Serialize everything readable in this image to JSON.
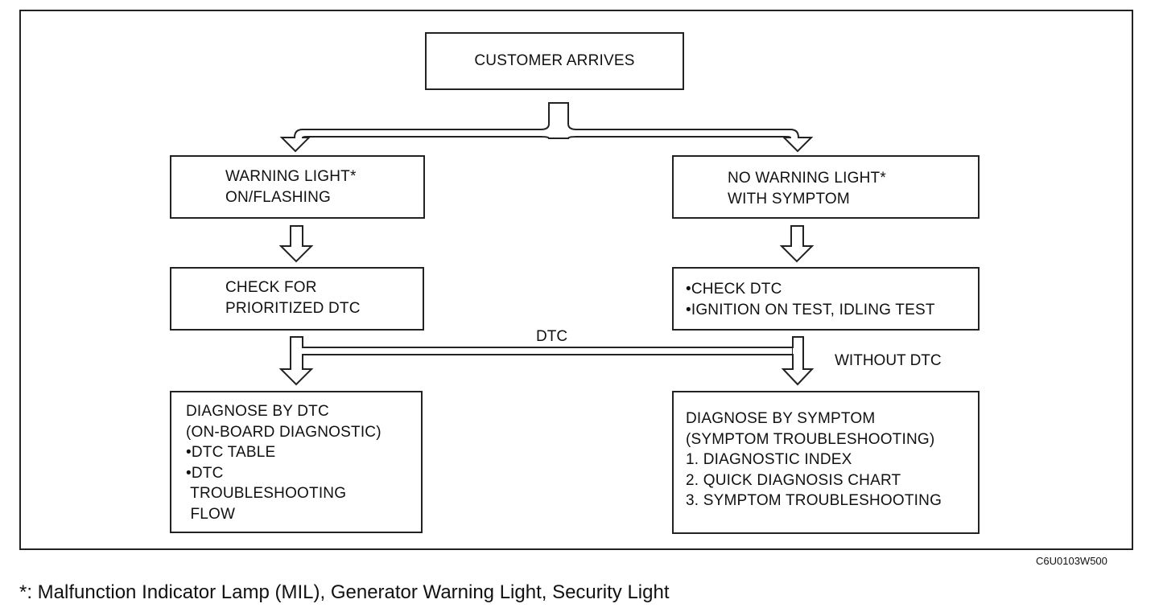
{
  "flowchart": {
    "customer_box": {
      "lines": [
        "CUSTOMER ARRIVES"
      ]
    },
    "warning_box": {
      "lines": [
        "WARNING LIGHT*",
        "ON/FLASHING"
      ]
    },
    "no_warning_box": {
      "lines": [
        "NO WARNING LIGHT*",
        "WITH SYMPTOM"
      ]
    },
    "check_box": {
      "lines": [
        "CHECK FOR",
        "PRIORITIZED DTC"
      ]
    },
    "check_dtc_box": {
      "lines": [
        "•CHECK DTC",
        "•IGNITION ON TEST, IDLING TEST"
      ]
    },
    "diagnose_dtc_box": {
      "lines": [
        "DIAGNOSE BY DTC",
        "(ON-BOARD DIAGNOSTIC)",
        "•DTC TABLE",
        "•DTC",
        " TROUBLESHOOTING",
        " FLOW"
      ]
    },
    "diagnose_symptom_box": {
      "lines": [
        "DIAGNOSE BY SYMPTOM",
        "(SYMPTOM TROUBLESHOOTING)",
        "1. DIAGNOSTIC INDEX",
        "2. QUICK DIAGNOSIS CHART",
        "3. SYMPTOM TROUBLESHOOTING"
      ]
    },
    "dtc_label": "DTC",
    "without_dtc_label": "WITHOUT DTC"
  },
  "reference_code": "C6U0103W500",
  "footnote": "*: Malfunction Indicator Lamp (MIL), Generator Warning Light, Security Light"
}
